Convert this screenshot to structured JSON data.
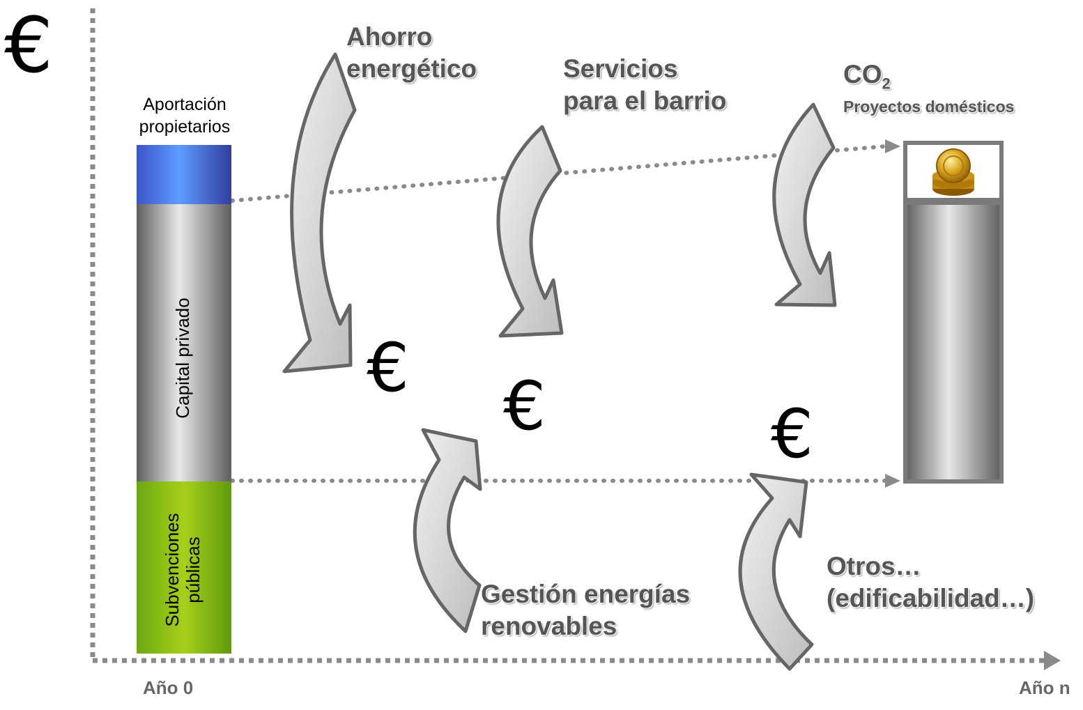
{
  "axis": {
    "y_symbol": "€",
    "x_start_label": "Año 0",
    "x_end_label": "Año n"
  },
  "left_bar": {
    "top_label": [
      "Aportación",
      "propietarios"
    ],
    "middle_label": "Capital privado",
    "bottom_label": [
      "Subvenciones",
      "públicas"
    ],
    "colors": {
      "top": "#4a6fe0",
      "middle": "#9a9a9a",
      "bottom": "#7fbf1a"
    }
  },
  "flows": {
    "ahorro": [
      "Ahorro",
      "energético"
    ],
    "servicios": [
      "Servicios",
      "para el barrio"
    ],
    "co2": {
      "main": "CO",
      "sub": "2",
      "caption": "Proyectos domésticos"
    },
    "gestion": [
      "Gestión energías",
      "renovables"
    ],
    "otros": [
      "Otros…",
      "(edificabilidad…)"
    ]
  },
  "euro_symbols": [
    "€",
    "€",
    "€"
  ]
}
